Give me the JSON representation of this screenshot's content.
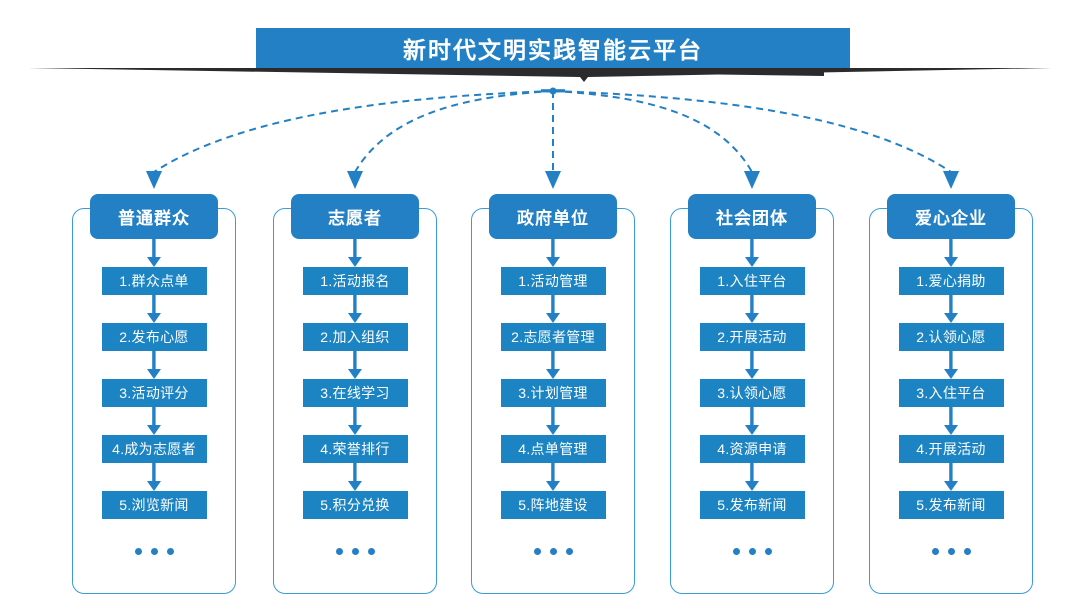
{
  "header": {
    "title": "新时代文明实践智能云平台",
    "banner_color": "#2380c4",
    "shadow_color": "#2b2b2b"
  },
  "theme": {
    "header_blue": "#2380c4",
    "item_blue": "#1d84c3",
    "card_border": "#3a9bd5",
    "arrow_blue": "#2380c4",
    "background": "#ffffff"
  },
  "ellipsis_glyph": "•••",
  "columns": [
    {
      "id": "public",
      "header": "普通群众",
      "items": [
        "1.群众点单",
        "2.发布心愿",
        "3.活动评分",
        "4.成为志愿者",
        "5.浏览新闻"
      ]
    },
    {
      "id": "volunteer",
      "header": "志愿者",
      "items": [
        "1.活动报名",
        "2.加入组织",
        "3.在线学习",
        "4.荣誉排行",
        "5.积分兑换"
      ]
    },
    {
      "id": "government",
      "header": "政府单位",
      "items": [
        "1.活动管理",
        "2.志愿者管理",
        "3.计划管理",
        "4.点单管理",
        "5.阵地建设"
      ]
    },
    {
      "id": "social-group",
      "header": "社会团体",
      "items": [
        "1.入住平台",
        "2.开展活动",
        "3.认领心愿",
        "4.资源申请",
        "5.发布新闻"
      ]
    },
    {
      "id": "enterprise",
      "header": "爱心企业",
      "items": [
        "1.爱心捐助",
        "2.认领心愿",
        "3.入住平台",
        "4.开展活动",
        "5.发布新闻"
      ]
    }
  ]
}
